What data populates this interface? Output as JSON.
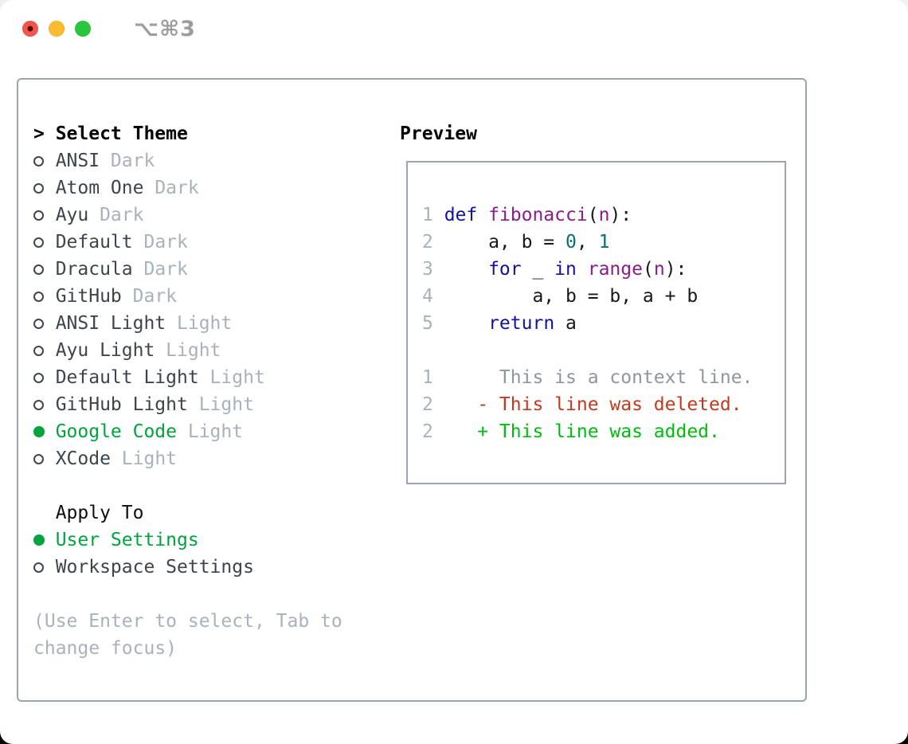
{
  "window": {
    "title": "⌥⌘3"
  },
  "theme_list": {
    "prompt": ">",
    "header": "Select Theme",
    "items": [
      {
        "name": "ANSI",
        "variant": "Dark",
        "selected": false
      },
      {
        "name": "Atom One",
        "variant": "Dark",
        "selected": false
      },
      {
        "name": "Ayu",
        "variant": "Dark",
        "selected": false
      },
      {
        "name": "Default",
        "variant": "Dark",
        "selected": false
      },
      {
        "name": "Dracula",
        "variant": "Dark",
        "selected": false
      },
      {
        "name": "GitHub",
        "variant": "Dark",
        "selected": false
      },
      {
        "name": "ANSI Light",
        "variant": "Light",
        "selected": false
      },
      {
        "name": "Ayu Light",
        "variant": "Light",
        "selected": false
      },
      {
        "name": "Default Light",
        "variant": "Light",
        "selected": false
      },
      {
        "name": "GitHub Light",
        "variant": "Light",
        "selected": false
      },
      {
        "name": "Google Code",
        "variant": "Light",
        "selected": true
      },
      {
        "name": "XCode",
        "variant": "Light",
        "selected": false
      }
    ]
  },
  "apply_to": {
    "header": "Apply To",
    "options": [
      {
        "label": "User Settings",
        "selected": true
      },
      {
        "label": "Workspace Settings",
        "selected": false
      }
    ]
  },
  "help_text": "(Use Enter to select, Tab to change focus)",
  "preview": {
    "header": "Preview",
    "code_lines": [
      {
        "num": "1",
        "tokens": [
          {
            "t": "def",
            "c": "keyword"
          },
          {
            "t": " ",
            "c": "plain"
          },
          {
            "t": "fibonacci",
            "c": "type"
          },
          {
            "t": "(",
            "c": "plain"
          },
          {
            "t": "n",
            "c": "type"
          },
          {
            "t": "):",
            "c": "plain"
          }
        ]
      },
      {
        "num": "2",
        "tokens": [
          {
            "t": "    a, b = ",
            "c": "plain"
          },
          {
            "t": "0",
            "c": "literal"
          },
          {
            "t": ", ",
            "c": "plain"
          },
          {
            "t": "1",
            "c": "literal"
          }
        ]
      },
      {
        "num": "3",
        "tokens": [
          {
            "t": "    ",
            "c": "plain"
          },
          {
            "t": "for",
            "c": "keyword"
          },
          {
            "t": " _ ",
            "c": "plain"
          },
          {
            "t": "in",
            "c": "keyword"
          },
          {
            "t": " ",
            "c": "plain"
          },
          {
            "t": "range",
            "c": "type"
          },
          {
            "t": "(",
            "c": "plain"
          },
          {
            "t": "n",
            "c": "type"
          },
          {
            "t": "):",
            "c": "plain"
          }
        ]
      },
      {
        "num": "4",
        "tokens": [
          {
            "t": "        a, b = b, a + b",
            "c": "plain"
          }
        ]
      },
      {
        "num": "5",
        "tokens": [
          {
            "t": "    ",
            "c": "plain"
          },
          {
            "t": "return",
            "c": "keyword"
          },
          {
            "t": " a",
            "c": "plain"
          }
        ]
      },
      {
        "num": "",
        "tokens": []
      },
      {
        "num": "1",
        "tokens": [
          {
            "t": "     This is a context line.",
            "c": "context"
          }
        ]
      },
      {
        "num": "2",
        "tokens": [
          {
            "t": "   - This line was deleted.",
            "c": "deleted"
          }
        ]
      },
      {
        "num": "2",
        "tokens": [
          {
            "t": "   + This line was added.",
            "c": "added"
          }
        ]
      }
    ]
  },
  "colors": {
    "kw": "#12129e",
    "ty": "#8a1d8a",
    "lit": "#0a6e6e",
    "plain": "#16181b",
    "ctx": "#8e969f",
    "del": "#c23a1e",
    "add": "#00bc10",
    "num": "#a9b1bb",
    "green": "#00a33c",
    "item": "#3d444c",
    "muted": "#a9b1bb",
    "border": "#9aa3ae",
    "light_red": "#f4564e",
    "light_yellow": "#fdbc2f",
    "light_green": "#29c73e",
    "unsaved_dot": "#5f0b05"
  }
}
